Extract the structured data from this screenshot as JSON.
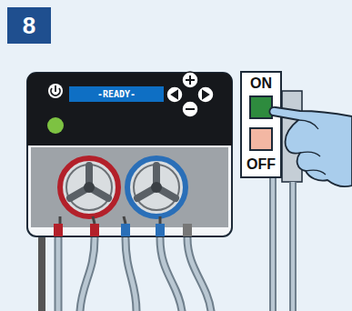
{
  "diagram": {
    "nodes": [
      {
        "text": [
          "8"
        ]
      },
      {
        "text": [
          "-READY-"
        ]
      },
      {
        "text": [
          "ON",
          "OFF"
        ]
      }
    ]
  }
}
